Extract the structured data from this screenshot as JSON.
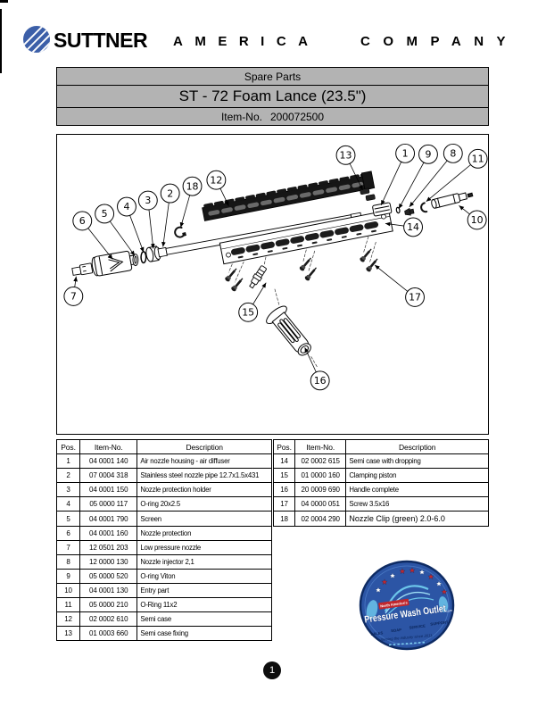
{
  "colors": {
    "brand_blue": "#3c5fa8",
    "bar_gray": "#b3b3b3",
    "badge_blue": "#2c55a5",
    "badge_red": "#c1272d",
    "badge_light_blue": "#6cc6ea"
  },
  "header": {
    "brand": "SUTTNER",
    "word_america": "AMERICA",
    "word_company": "COMPANY"
  },
  "title_bars": {
    "bar1": "Spare Parts",
    "bar2": "ST - 72 Foam Lance (23.5\")",
    "bar3_label": "Item-No.",
    "bar3_value": "200072500"
  },
  "diagram": {
    "callout_labels": [
      "1",
      "2",
      "3",
      "4",
      "5",
      "6",
      "7",
      "8",
      "9",
      "10",
      "11",
      "12",
      "13",
      "14",
      "15",
      "16",
      "17",
      "18"
    ]
  },
  "parts_table": {
    "columns": [
      "Pos.",
      "Item-No.",
      "Description"
    ],
    "left_rows": [
      [
        "1",
        "04 0001 140",
        "Air nozzle housing - air diffuser"
      ],
      [
        "2",
        "07 0004 318",
        "Stainless steel nozzle pipe 12.7x1.5x431"
      ],
      [
        "3",
        "04 0001 150",
        "Nozzle protection holder"
      ],
      [
        "4",
        "05 0000 117",
        "O-ring 20x2.5"
      ],
      [
        "5",
        "04 0001 790",
        "Screen"
      ],
      [
        "6",
        "04 0001 160",
        "Nozzle protection"
      ],
      [
        "7",
        "12 0501 203",
        "Low pressure nozzle"
      ],
      [
        "8",
        "12 0000 130",
        "Nozzle injector 2,1"
      ],
      [
        "9",
        "05 0000 520",
        "O-ring Viton"
      ],
      [
        "10",
        "04 0001 130",
        "Entry part"
      ],
      [
        "11",
        "05 0000 210",
        "O-Ring 11x2"
      ],
      [
        "12",
        "02 0002 610",
        "Semi case"
      ],
      [
        "13",
        "01 0003 660",
        "Semi case fixing"
      ]
    ],
    "right_rows": [
      [
        "14",
        "02 0002 615",
        "Semi case with dropping"
      ],
      [
        "15",
        "01 0000 160",
        "Clamping piston"
      ],
      [
        "16",
        "20 0009 690",
        "Handle complete"
      ],
      [
        "17",
        "04 0000 051",
        "Screw 3.5x16"
      ],
      [
        "18",
        "02 0004 290",
        "Nozzle Clip (green) 2.0-6.0"
      ]
    ]
  },
  "badge": {
    "line_top": "North America's",
    "title": "Pressure Wash Outlet",
    "domain": ".com",
    "services": [
      "SALES",
      "SOAP",
      "SERVICE",
      "SUPPORT"
    ],
    "tagline": "Serving the industry since 2011."
  },
  "footer": {
    "page_number": "1"
  }
}
